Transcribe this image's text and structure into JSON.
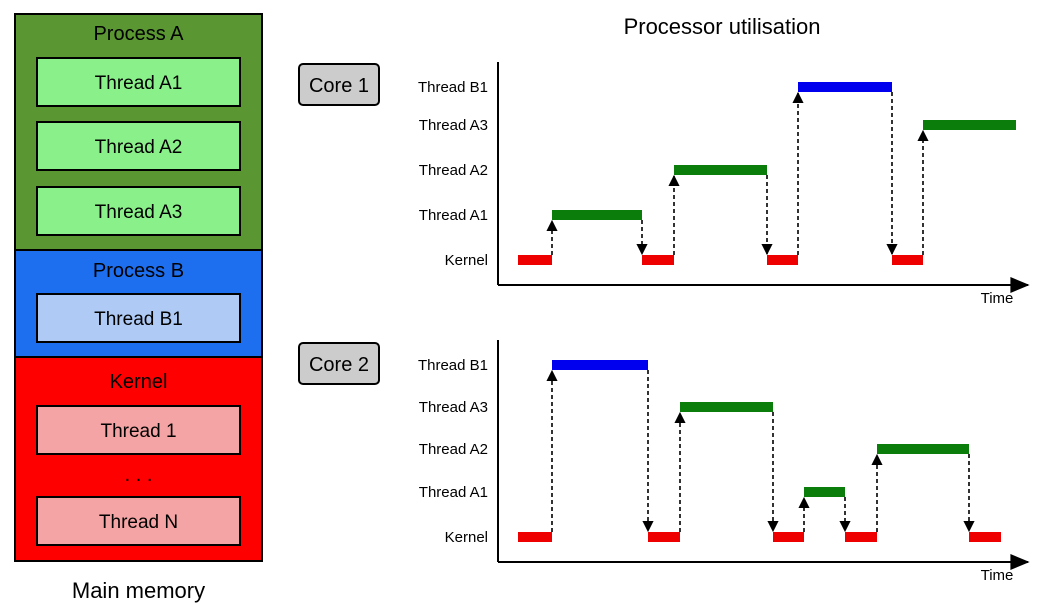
{
  "colors": {
    "process_a": "#5a9632",
    "process_b": "#1d6ff0",
    "kernel_block": "#ff0000",
    "thread_a": "#8af08a",
    "thread_b": "#aecaf5",
    "thread_kernel": "#f4a4a4",
    "bar_green": "#0a7d0a",
    "bar_blue": "#0000ee",
    "bar_red": "#ee0000",
    "core_label_bg": "#cccccc"
  },
  "memory": {
    "process_a": {
      "title": "Process A",
      "threads": [
        "Thread A1",
        "Thread A2",
        "Thread A3"
      ]
    },
    "process_b": {
      "title": "Process B",
      "threads": [
        "Thread B1"
      ]
    },
    "kernel": {
      "title": "Kernel",
      "threads": [
        "Thread 1",
        "Thread N"
      ],
      "ellipsis": ". . ."
    },
    "caption": "Main memory"
  },
  "utilisation": {
    "title": "Processor utilisation",
    "row_labels": [
      "Kernel",
      "Thread A1",
      "Thread A2",
      "Thread A3",
      "Thread B1"
    ],
    "time_label": "Time",
    "cores": [
      {
        "label": "Core 1",
        "segments": [
          {
            "row": "Kernel",
            "color": "red"
          },
          {
            "row": "Thread A1",
            "color": "green"
          },
          {
            "row": "Kernel",
            "color": "red"
          },
          {
            "row": "Thread A2",
            "color": "green"
          },
          {
            "row": "Kernel",
            "color": "red"
          },
          {
            "row": "Thread B1",
            "color": "blue"
          },
          {
            "row": "Kernel",
            "color": "red"
          },
          {
            "row": "Thread A3",
            "color": "green"
          }
        ]
      },
      {
        "label": "Core 2",
        "segments": [
          {
            "row": "Kernel",
            "color": "red"
          },
          {
            "row": "Thread B1",
            "color": "blue"
          },
          {
            "row": "Kernel",
            "color": "red"
          },
          {
            "row": "Thread A3",
            "color": "green"
          },
          {
            "row": "Kernel",
            "color": "red"
          },
          {
            "row": "Thread A1",
            "color": "green"
          },
          {
            "row": "Kernel",
            "color": "red"
          },
          {
            "row": "Thread A2",
            "color": "green"
          },
          {
            "row": "Kernel",
            "color": "red"
          }
        ]
      }
    ]
  }
}
